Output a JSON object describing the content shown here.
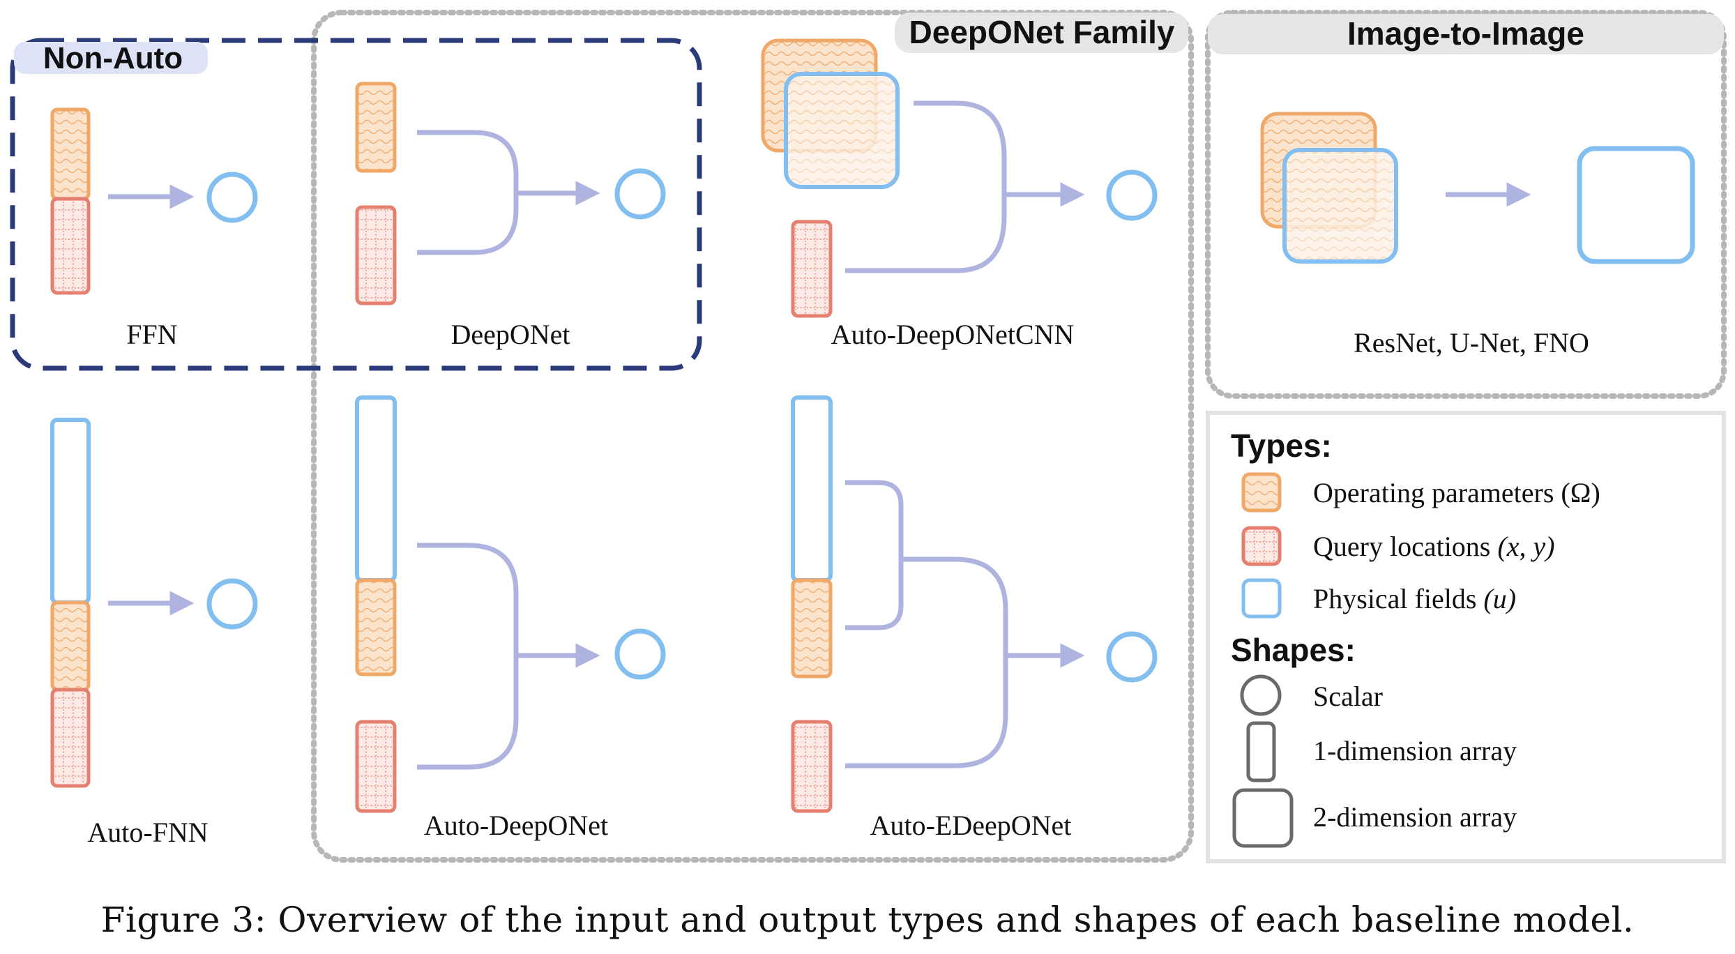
{
  "colors": {
    "operating": "#f0a868",
    "operating_fill": "#fbe3cc",
    "query": "#e58070",
    "query_fill": "#fbe7e3",
    "physical": "#82bff0",
    "connector": "#aeb3e0",
    "nonauto_border": "#2b3a78",
    "family_border": "#b7b7b7",
    "header_bg": "#e6e6e6",
    "nonauto_header_bg": "#dde2f7",
    "legend_shape": "#6a6a6a"
  },
  "groups": {
    "non_auto": "Non-Auto",
    "deeponet_family": "DeepONet Family",
    "image_to_image": "Image-to-Image"
  },
  "models": {
    "ffn": "FFN",
    "deeponet": "DeepONet",
    "auto_deeponet_cnn": "Auto-DeepONetCNN",
    "auto_fnn": "Auto-FNN",
    "auto_deeponet": "Auto-DeepONet",
    "auto_edeeponet": "Auto-EDeepONet",
    "image_models": "ResNet, U-Net, FNO"
  },
  "legend": {
    "types_title": "Types:",
    "operating_label": "Operating parameters (Ω)",
    "query_label_prefix": "Query locations ",
    "query_label_math": "(x, y)",
    "physical_label_prefix": "Physical fields ",
    "physical_label_math": "(u)",
    "shapes_title": "Shapes:",
    "scalar": "Scalar",
    "one_dim": "1-dimension array",
    "two_dim": "2-dimension array"
  },
  "caption": "Figure 3: Overview of the input and output types and shapes of each baseline model."
}
